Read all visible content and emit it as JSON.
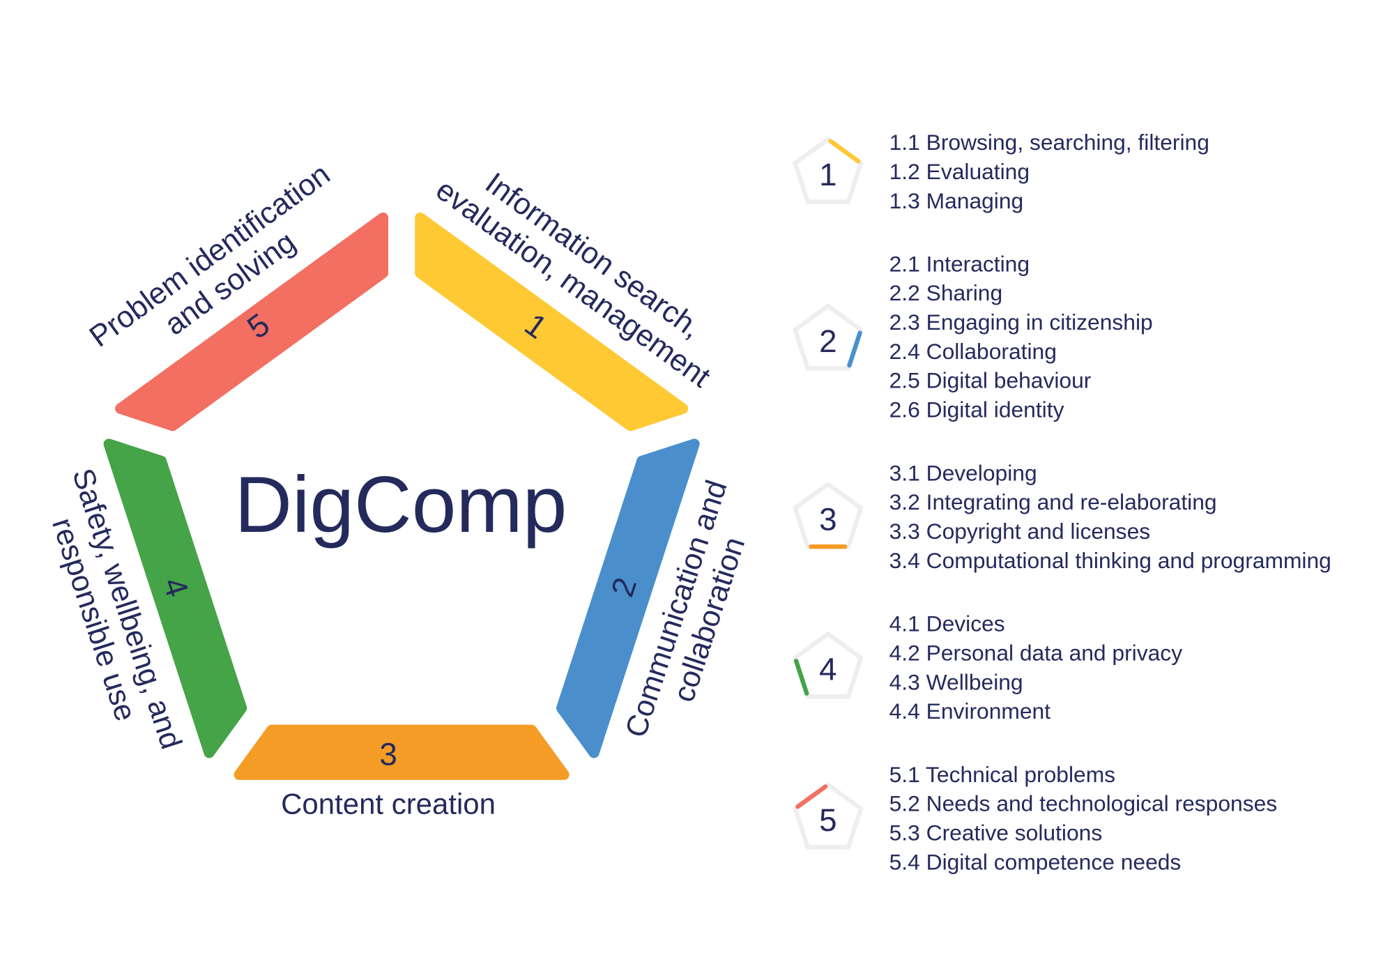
{
  "title": "DigComp",
  "colors": {
    "text": "#242A5C",
    "icon_outline": "#EEEEEE",
    "background": "#FFFFFF"
  },
  "areas": [
    {
      "number": "1",
      "color": "#FFC934",
      "label_lines": [
        "Information search,",
        "evaluation, management"
      ],
      "competences": [
        "1.1 Browsing, searching, filtering",
        "1.2 Evaluating",
        "1.3 Managing"
      ]
    },
    {
      "number": "2",
      "color": "#4A8FCC",
      "label_lines": [
        "Communication and",
        "collaboration"
      ],
      "competences": [
        "2.1 Interacting",
        "2.2 Sharing",
        "2.3 Engaging in citizenship",
        "2.4 Collaborating",
        "2.5 Digital behaviour",
        "2.6 Digital identity"
      ]
    },
    {
      "number": "3",
      "color": "#F59C26",
      "label_lines": [
        "Content creation"
      ],
      "competences": [
        "3.1 Developing",
        "3.2 Integrating and re-elaborating",
        "3.3 Copyright and licenses",
        "3.4 Computational thinking and programming"
      ]
    },
    {
      "number": "4",
      "color": "#45A348",
      "label_lines": [
        "Safety, wellbeing, and",
        "responsible use"
      ],
      "competences": [
        "4.1 Devices",
        "4.2 Personal data and privacy",
        "4.3 Wellbeing",
        "4.4 Environment"
      ]
    },
    {
      "number": "5",
      "color": "#F26F62",
      "label_lines": [
        "Problem identification",
        "and solving"
      ],
      "competences": [
        "5.1 Technical problems",
        "5.2 Needs and technological responses",
        "5.3 Creative solutions",
        "5.4 Digital competence needs"
      ]
    }
  ]
}
